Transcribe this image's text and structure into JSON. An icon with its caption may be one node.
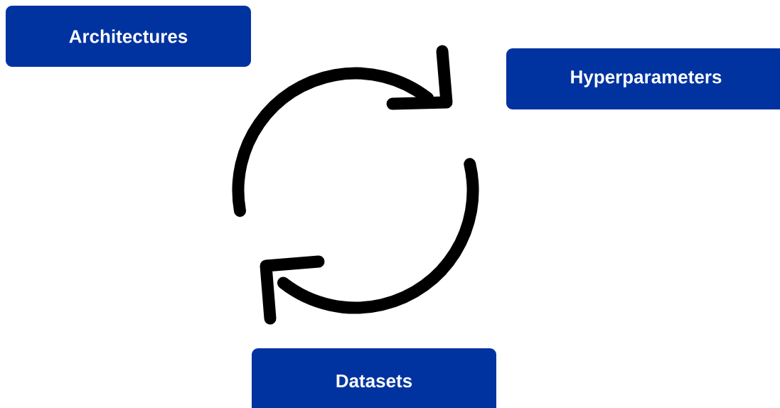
{
  "diagram": {
    "nodes": [
      {
        "text": [
          "Architectures"
        ]
      },
      {
        "text": [
          "Hyperparameters"
        ]
      },
      {
        "text": [
          "Datasets"
        ]
      }
    ]
  }
}
